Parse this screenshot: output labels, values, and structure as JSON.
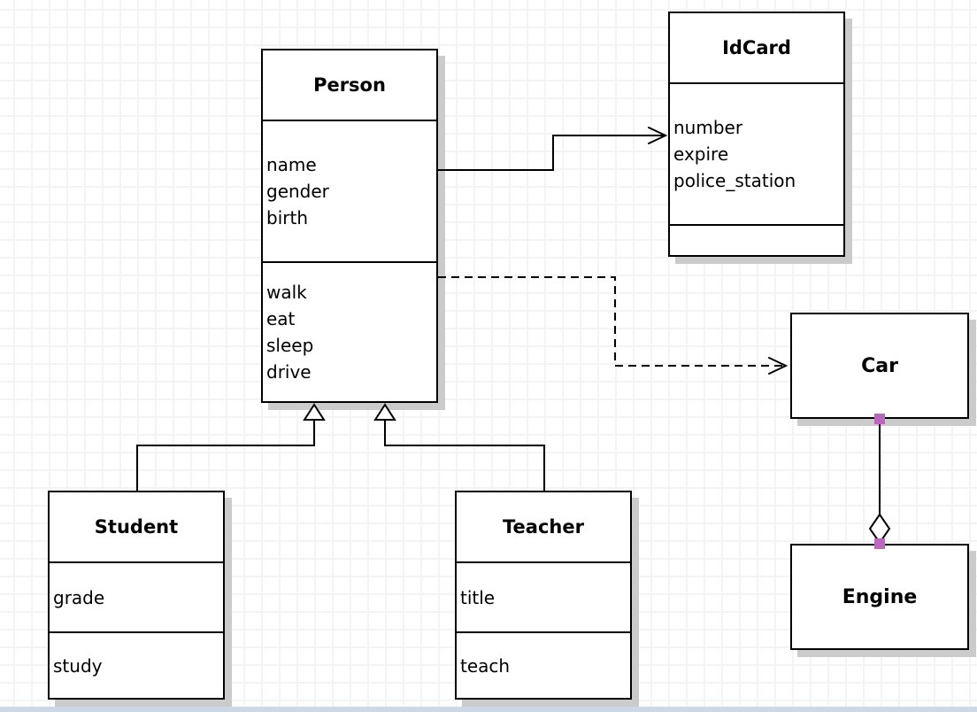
{
  "diagram_type": "uml-class-diagram",
  "classes": [
    {
      "name": "Person",
      "attributes": [
        "name",
        "gender",
        "birth"
      ],
      "methods": [
        "walk",
        "eat",
        "sleep",
        "drive"
      ]
    },
    {
      "name": "IdCard",
      "attributes": [
        "number",
        "expire",
        "police_station"
      ],
      "methods": []
    },
    {
      "name": "Car",
      "attributes": [],
      "methods": []
    },
    {
      "name": "Engine",
      "attributes": [],
      "methods": []
    },
    {
      "name": "Student",
      "attributes": [
        "grade"
      ],
      "methods": [
        "study"
      ]
    },
    {
      "name": "Teacher",
      "attributes": [
        "title"
      ],
      "methods": [
        "teach"
      ]
    }
  ],
  "relationships": [
    {
      "from": "Person",
      "to": "IdCard",
      "type": "association",
      "line": "solid",
      "arrow": "open-arrow"
    },
    {
      "from": "Person",
      "to": "Car",
      "type": "dependency",
      "line": "dashed",
      "arrow": "open-arrow"
    },
    {
      "from": "Student",
      "to": "Person",
      "type": "inheritance",
      "line": "solid",
      "arrow": "hollow-triangle"
    },
    {
      "from": "Teacher",
      "to": "Person",
      "type": "inheritance",
      "line": "solid",
      "arrow": "hollow-triangle"
    },
    {
      "from": "Car",
      "to": "Engine",
      "type": "aggregation",
      "line": "solid",
      "arrow": "hollow-diamond",
      "diamond_at": "Engine-end",
      "endpoint_handles": true
    }
  ],
  "colors": {
    "box_border": "#000000",
    "box_fill": "#ffffff",
    "box_shadow": "#cbcbcb",
    "connector": "#000000",
    "endpoint_handle": "#b968bd",
    "grid_line": "#f3f4f6",
    "canvas_bottom_strip": "#cdd8e7"
  }
}
